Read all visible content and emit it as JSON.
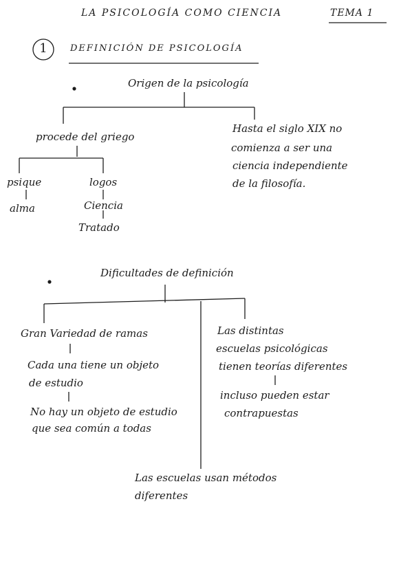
{
  "header": {
    "title": "LA PSICOLOGÍA COMO CIENCIA",
    "tema": "TEMA 1"
  },
  "section": {
    "number": "1",
    "title": "DEFINICIÓN DE PSICOLOGÍA"
  },
  "origen": {
    "heading": "Origen de la psicología",
    "left": {
      "text": "procede del griego",
      "branches": [
        {
          "word": "psique",
          "meanings": [
            "alma"
          ]
        },
        {
          "word": "logos",
          "meanings": [
            "Ciencia",
            "Tratado"
          ]
        }
      ]
    },
    "right": {
      "lines": [
        "Hasta el siglo XIX no",
        "comienza a ser una",
        "ciencia independiente",
        "de la filosofía."
      ]
    }
  },
  "dificultades": {
    "heading": "Dificultades de definición",
    "left": {
      "text": "Gran Variedad de ramas",
      "sub1": [
        "Cada una tiene un objeto",
        "de estudio"
      ],
      "sub2": [
        "No hay un objeto de estudio",
        "que sea común a todas"
      ]
    },
    "middle": {
      "lines": [
        "Las distintas",
        "escuelas psicológicas",
        "tienen teorías diferentes"
      ],
      "sub": [
        "incluso pueden estar",
        "contrapuestas"
      ]
    },
    "bottom": {
      "lines": [
        "Las escuelas usan métodos",
        "diferentes"
      ]
    }
  }
}
